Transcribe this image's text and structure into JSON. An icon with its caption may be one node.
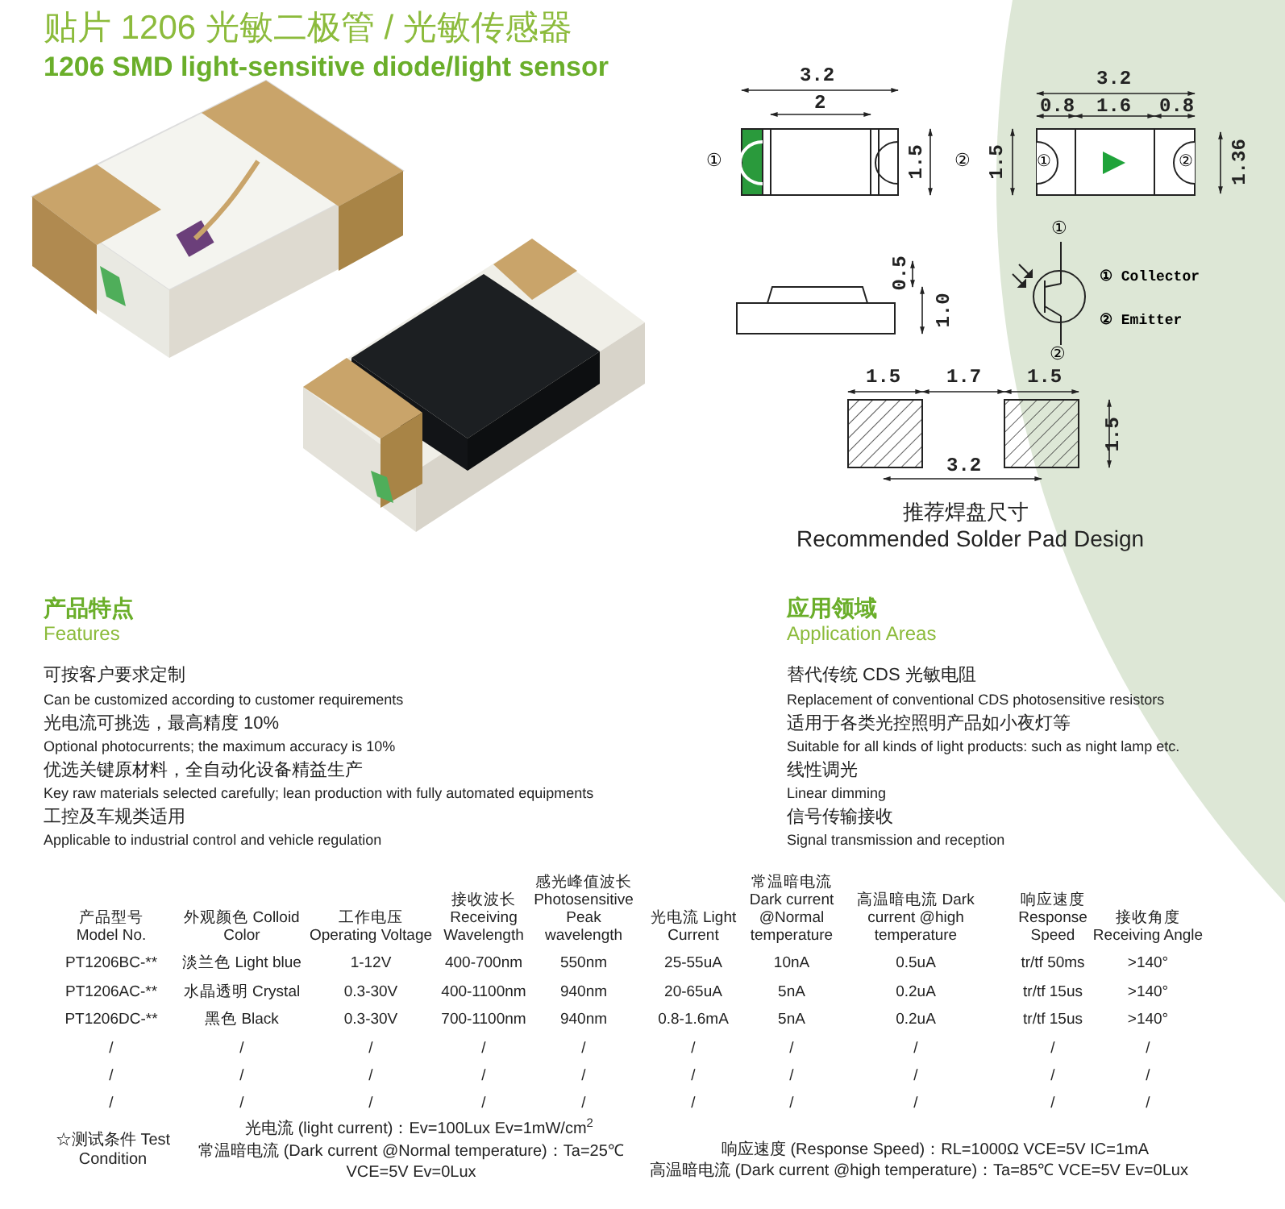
{
  "diagram": {
    "title": "贴片 1206 光敏二极管 / 光敏传感器",
    "labels": [
      "1206 SMD light-sensitive diode/light sensor",
      "3.2",
      "2",
      "1.5",
      "①",
      "②",
      "3.2",
      "0.8",
      "1.6",
      "0.8",
      "1.5",
      "①",
      "②",
      "1.36",
      "0.5",
      "1.0",
      "①",
      "②",
      "① Collector",
      "② Emitter",
      "1.5",
      "1.7",
      "1.5",
      "1.5",
      "3.2",
      "推荐焊盘尺寸",
      "Recommended Solder Pad Design",
      "产品特点",
      "Features",
      "可按客户要求定制",
      "Can be customized according to customer requirements",
      "光电流可挑选，最高精度 10%",
      "Optional photocurrents; the maximum accuracy is 10%",
      "优选关键原材料，全自动化设备精益生产",
      "Key raw materials selected carefully; lean production with fully automated equipments",
      "工控及车规类适用",
      "Applicable to industrial control and vehicle regulation",
      "应用领域",
      "Application Areas",
      "替代传统 CDS 光敏电阻",
      "Replacement of conventional CDS photosensitive resistors",
      "适用于各类光控照明产品如小夜灯等",
      "Suitable for all kinds of light products: such as night lamp etc.",
      "线性调光",
      "Linear dimming",
      "信号传输接收",
      "Signal transmission and reception",
      "产品型号 Model No.",
      "外观颜色 Colloid Color",
      "工作电压 Operating Voltage",
      "接收波长 Receiving Wavelength",
      "感光峰值波长 Photosensitive Peak wavelength",
      "光电流 Light Current",
      "常温暗电流 Dark current @Normal temperature",
      "高温暗电流 Dark current @high temperature",
      "响应速度 Response Speed",
      "接收角度 Receiving Angle",
      "PT1206BC-**",
      "淡兰色 Light blue",
      "1-12V",
      "400-700nm",
      "550nm",
      "25-55uA",
      "10nA",
      "0.5uA",
      "tr/tf 50ms",
      ">140°",
      "PT1206AC-**",
      "水晶透明 Crystal",
      "0.3-30V",
      "400-1100nm",
      "940nm",
      "20-65uA",
      "5nA",
      "0.2uA",
      "tr/tf 15us",
      ">140°",
      "PT1206DC-**",
      "黑色 Black",
      "0.3-30V",
      "700-1100nm",
      "940nm",
      "0.8-1.6mA",
      "5nA",
      "0.2uA",
      "tr/tf 15us",
      ">140°",
      "/",
      "/",
      "/",
      "/",
      "/",
      "/",
      "/",
      "/",
      "/",
      "/",
      "/",
      "/",
      "/",
      "/",
      "/",
      "/",
      "/",
      "/",
      "/",
      "/",
      "/",
      "/",
      "/",
      "/",
      "/",
      "/",
      "/",
      "/",
      "/",
      "/",
      "☆测试条件 Test Condition",
      "光电流 (light current)：Ev=100Lux Ev=1mW/cm$^{2}$",
      "常温暗电流 (Dark current @Normal temperature)：Ta=25℃ VCE=5V Ev=0Lux",
      "响应速度 (Response Speed)：RL=1000Ω VCE=5V IC=1mA",
      "高温暗电流 (Dark current @high temperature)：Ta=85℃ VCE=5V Ev=0Lux"
    ]
  }
}
